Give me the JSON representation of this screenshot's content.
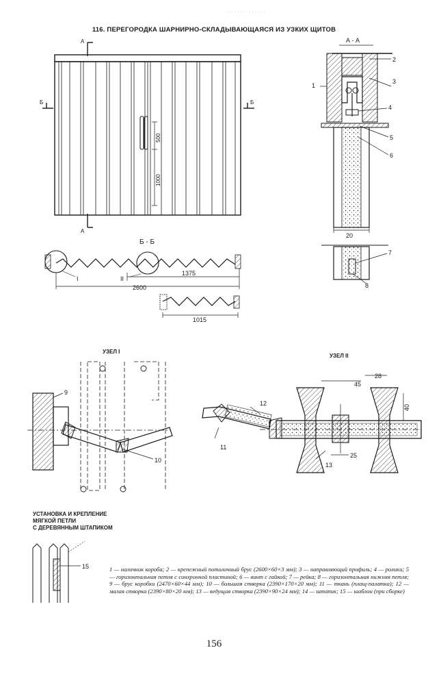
{
  "header": {
    "top_mark": "· · · · · · · · · · · · · ·",
    "title": "116. ПЕРЕГОРОДКА ШАРНИРНО-СКЛАДЫВАЮЩАЯСЯ ИЗ УЗКИХ ЩИТОВ"
  },
  "elevation": {
    "section_a": "А",
    "section_b": "Б",
    "dim_500": "500",
    "dim_1000": "1000"
  },
  "section_aa": {
    "title": "А - А",
    "dim_20": "20",
    "labels": [
      "1",
      "2",
      "3",
      "4",
      "5",
      "6",
      "7",
      "8"
    ]
  },
  "section_bb": {
    "title": "Б - Б",
    "node1": "I",
    "node2": "II",
    "dim_2600": "2600",
    "dim_1375": "1375",
    "dim_1015": "1015"
  },
  "node1": {
    "title": "УЗЕЛ  I",
    "labels": [
      "9",
      "10"
    ]
  },
  "node2": {
    "title": "УЗЕЛ  II",
    "labels": [
      "11",
      "12",
      "13"
    ],
    "dim_45": "45",
    "dim_28": "28",
    "dim_40": "40",
    "dim_25": "25"
  },
  "install": {
    "title_lines": [
      "УСТАНОВКА И КРЕПЛЕНИЕ",
      "МЯГКОЙ ПЕТЛИ",
      "С ДЕРЕВЯННЫМ ШТАПИКОМ"
    ],
    "label": "15"
  },
  "legend": {
    "text": "1 — наличник короба; 2 — крепежный потолочный брус (2600×60×3 мм); 3 — направляющий профиль; 4 — ролики; 5 — горизонтальная петля с синхронной пластиной; 6 — винт с гайкой; 7 — рейка; 8 — горизонтальная нижняя петля; 9 — брус коробки (2470×60×44 мм); 10 — большая створка (2390×170×20 мм); 11 — ткань (плащ-палатка); 12 — малая створка (2390×80×20 мм); 13 — ведущая створка (2390×90×24 мм); 14 — штапик; 15 — шаблон (при сборке)"
  },
  "page": {
    "number": "156"
  }
}
